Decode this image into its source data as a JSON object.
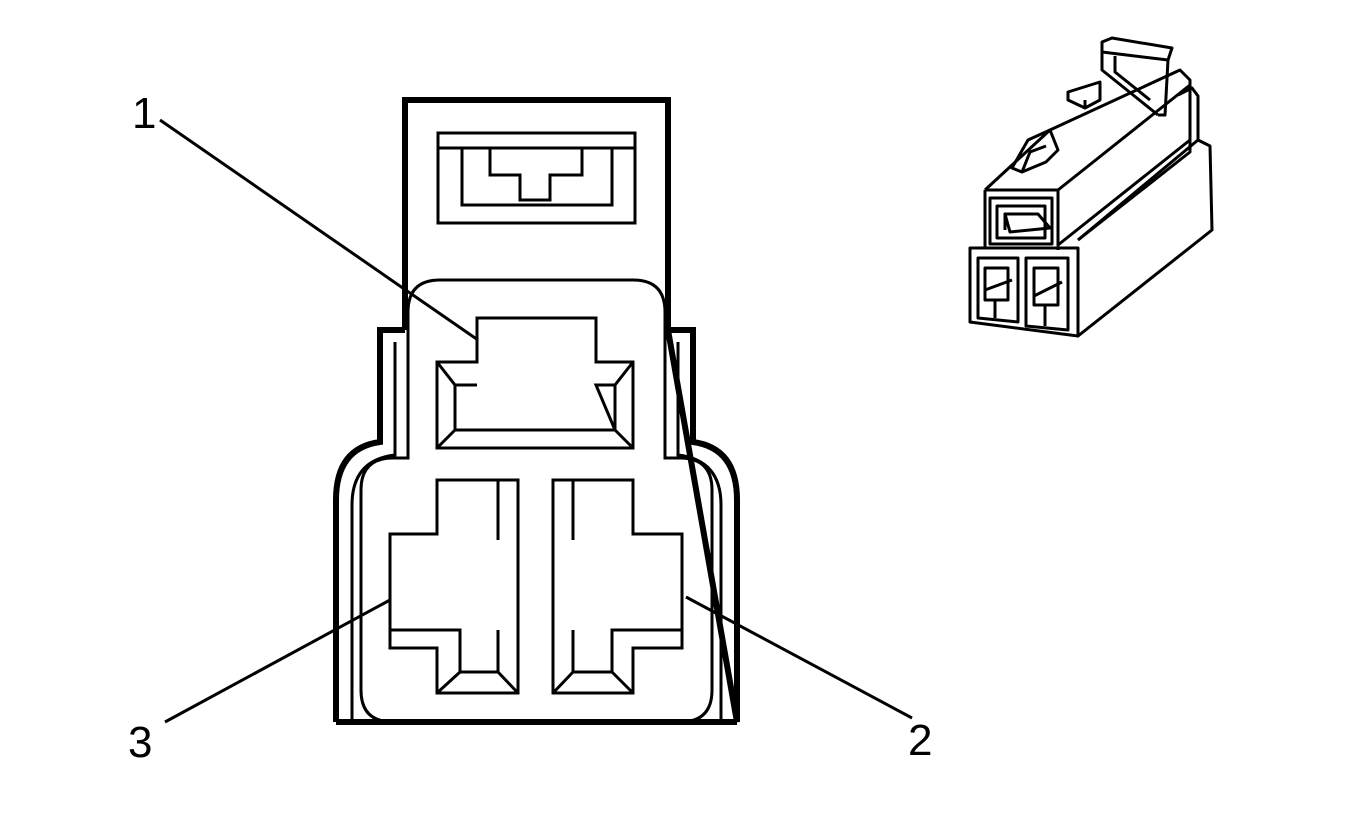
{
  "callouts": [
    {
      "id": "1",
      "label": "1"
    },
    {
      "id": "2",
      "label": "2"
    },
    {
      "id": "3",
      "label": "3"
    }
  ],
  "colors": {
    "line": "#000000",
    "background": "#ffffff"
  },
  "icons": {
    "face_view": "connector-face-view",
    "iso_view": "connector-isometric-view"
  }
}
